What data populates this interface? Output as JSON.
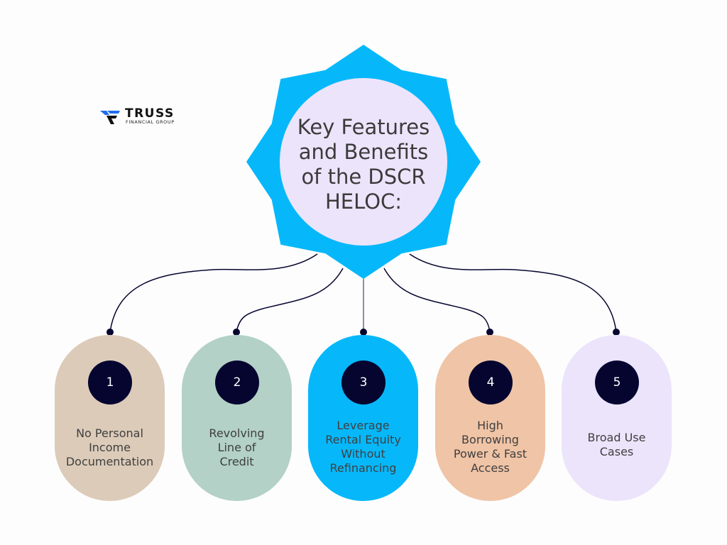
{
  "logo": {
    "name": "TRUSS",
    "subtitle": "FINANCIAL GROUP",
    "icon": "truss-chevron-logo-icon",
    "colors": {
      "accent": "#1e6cf0",
      "dark": "#111111"
    }
  },
  "center": {
    "title": "Key Features and Benefits of the DSCR HELOC:",
    "title_lines": [
      "Key Features",
      "and Benefits",
      "of the DSCR",
      "HELOC:"
    ],
    "badge_color": "#06b8fa",
    "circle_color": "#ece4fb"
  },
  "connector_color": "#050530",
  "features": [
    {
      "number": "1",
      "label_lines": [
        "No Personal",
        "Income",
        "Documentation"
      ],
      "color": "#dccbb9"
    },
    {
      "number": "2",
      "label_lines": [
        "Revolving",
        "Line of",
        "Credit"
      ],
      "color": "#b3d1c6"
    },
    {
      "number": "3",
      "label_lines": [
        "Leverage",
        "Rental Equity",
        "Without",
        "Refinancing"
      ],
      "color": "#06b8fa"
    },
    {
      "number": "4",
      "label_lines": [
        "High",
        "Borrowing",
        "Power & Fast",
        "Access"
      ],
      "color": "#f0c4a6"
    },
    {
      "number": "5",
      "label_lines": [
        "Broad Use",
        "Cases"
      ],
      "color": "#ebe4fb"
    }
  ]
}
